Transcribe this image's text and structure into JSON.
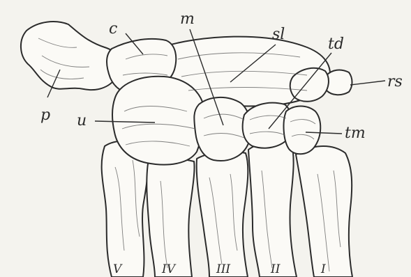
{
  "figure": {
    "labels": {
      "c": "c",
      "m": "m",
      "sl": "sl",
      "td": "td",
      "rs": "rs",
      "p": "p",
      "u": "u",
      "tm": "tm"
    },
    "digits": [
      "V",
      "IV",
      "III",
      "II",
      "I"
    ]
  }
}
